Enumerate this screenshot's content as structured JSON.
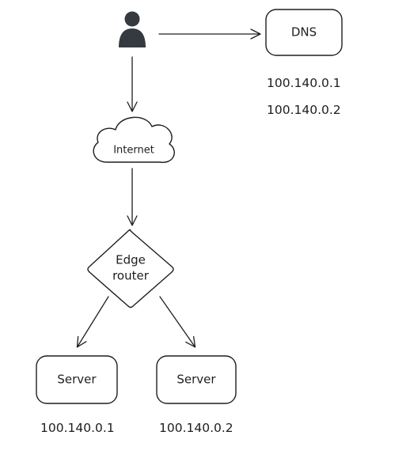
{
  "nodes": {
    "dns": {
      "label": "DNS",
      "ips": [
        "100.140.0.1",
        "100.140.0.2"
      ]
    },
    "internet": {
      "label": "Internet"
    },
    "edge_router": {
      "label_line1": "Edge",
      "label_line2": "router"
    },
    "server_left": {
      "label": "Server",
      "ip": "100.140.0.1"
    },
    "server_right": {
      "label": "Server",
      "ip": "100.140.0.2"
    }
  },
  "icons": {
    "user": "user-icon"
  },
  "colors": {
    "ink": "#1e1e1e",
    "user_fill": "#343a40",
    "background": "#ffffff"
  }
}
